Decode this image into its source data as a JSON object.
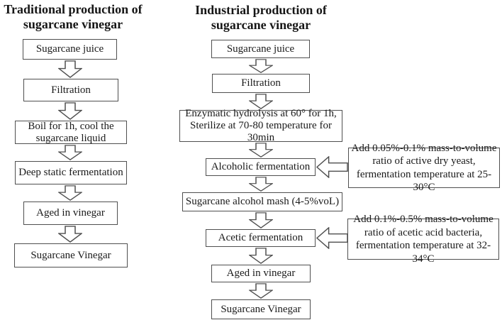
{
  "colors": {
    "border": "#4f4f4f",
    "text": "#1a1a1a",
    "background": "#ffffff"
  },
  "traditional": {
    "title": "Traditional production of\nsugarcane vinegar",
    "steps": [
      "Sugarcane juice",
      "Filtration",
      "Boil for 1h, cool the\nsugarcane liquid",
      "Deep static fermentation",
      "Aged in vinegar",
      "Sugarcane Vinegar"
    ]
  },
  "industrial": {
    "title": "Industrial production of\nsugarcane vinegar",
    "steps": [
      "Sugarcane juice",
      "Filtration",
      "Enzymatic hydrolysis at 60° for 1h,\nSterilize at 70-80 temperature for 30min",
      "Alcoholic fermentation",
      "Sugarcane alcohol mash (4-5%voL)",
      "Acetic fermentation",
      "Aged in vinegar",
      "Sugarcane Vinegar"
    ],
    "annotations": [
      {
        "text": "Add 0.05%-0.1% mass-to-volume\nratio of active dry yeast,\nfermentation temperature at 25-30°C",
        "points_to": "Alcoholic fermentation"
      },
      {
        "text": "Add 0.1%-0.5% mass-to-volume\nratio of acetic acid bacteria,\nfermentation temperature at 32-34°C",
        "points_to": "Acetic fermentation"
      }
    ]
  }
}
